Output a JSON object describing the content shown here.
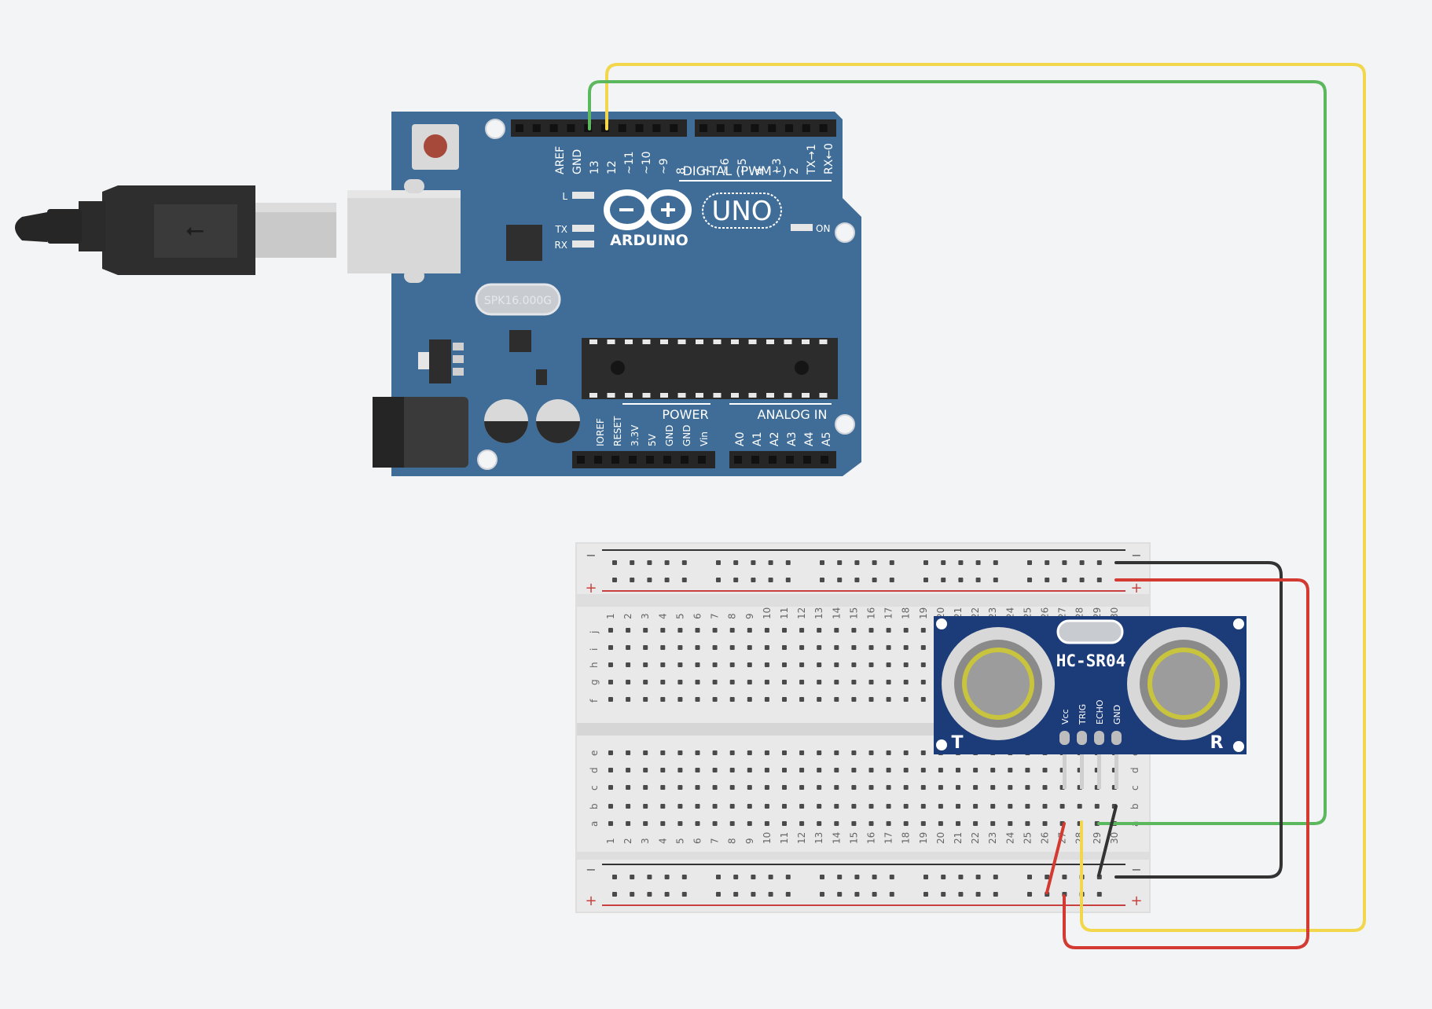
{
  "arduino": {
    "brand": "ARDUINO",
    "model": "UNO",
    "label_digital": "DIGITAL (PWM~)",
    "label_power": "POWER",
    "label_analog": "ANALOG IN",
    "led_l": "L",
    "led_tx": "TX",
    "led_rx": "RX",
    "led_on": "ON",
    "crystal": "SPK16.000G",
    "digital_pins": [
      "AREF",
      "GND",
      "13",
      "12",
      "~11",
      "~10",
      "~9",
      "8",
      "7",
      "~6",
      "~5",
      "4",
      "~3",
      "2",
      "TX→1",
      "RX←0"
    ],
    "power_pins": [
      "IOREF",
      "RESET",
      "3.3V",
      "5V",
      "GND",
      "GND",
      "Vin"
    ],
    "analog_pins": [
      "A0",
      "A1",
      "A2",
      "A3",
      "A4",
      "A5"
    ]
  },
  "sensor": {
    "name": "HC-SR04",
    "pins": [
      "Vcc",
      "TRIG",
      "ECHO",
      "GND"
    ],
    "transmitter": "T",
    "receiver": "R"
  },
  "breadboard": {
    "rail_minus": "−",
    "rail_plus": "+",
    "columns": 30,
    "top_rows": [
      "j",
      "i",
      "h",
      "g",
      "f"
    ],
    "bottom_rows": [
      "e",
      "d",
      "c",
      "b",
      "a"
    ]
  },
  "colors": {
    "board": "#3f6d98",
    "sensor": "#1c3b79",
    "wire_green": "#5cb85c",
    "wire_yellow": "#f2d64b",
    "wire_red": "#d23a32",
    "wire_black": "#333333"
  }
}
